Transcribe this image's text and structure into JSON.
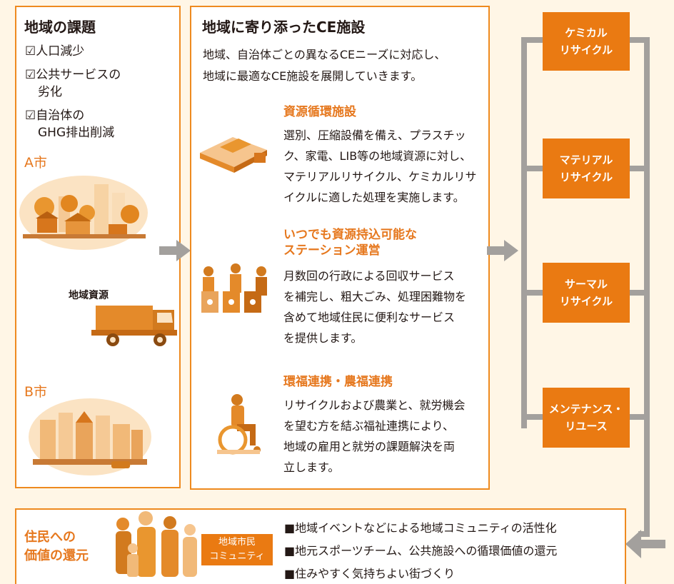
{
  "colors": {
    "accent": "#ea7a12",
    "border": "#ee8a1f",
    "arrow": "#a3a09d",
    "background": "#fff6e6"
  },
  "left": {
    "title": "地域の課題",
    "issues": [
      "☑人口減少",
      "☑公共サービスの",
      "劣化",
      "☑自治体の",
      "GHG排出削減"
    ],
    "city_a": "A市",
    "resource_label": "地域資源",
    "city_b": "B市"
  },
  "middle": {
    "title": "地域に寄り添ったCE施設",
    "intro": "地域、自治体ごとの異なるCEニーズに対応し、\n地域に最適なCE施設を展開していきます。",
    "sections": [
      {
        "title": "資源循環施設",
        "body": "選別、圧縮設備を備え、プラスチッ\nク、家電、LIB等の地域資源に対し、\nマテリアルリサイクル、ケミカルリサ\nイクルに適した処理を実施します。",
        "icon": "factory-icon"
      },
      {
        "title": "いつでも資源持込可能な\nステーション運営",
        "body": "月数回の行政による回収サービス\nを補完し、粗大ごみ、処理困難物を\n含めて地域住民に便利なサービス\nを提供します。",
        "icon": "recycling-station-icon"
      },
      {
        "title": "環福連携・農福連携",
        "body": "リサイクルおよび農業と、就労機会\nを望む方を結ぶ福祉連携により、\n地域の雇用と就労の課題解決を両\n立します。",
        "icon": "wheelchair-worker-icon"
      }
    ]
  },
  "right": {
    "categories": [
      "ケミカル\nリサイクル",
      "マテリアル\nリサイクル",
      "サーマル\nリサイクル",
      "メンテナンス・\nリユース"
    ]
  },
  "bottom": {
    "title": "住民への\n価値の還元",
    "badge": "地域市民\nコミュニティ",
    "items": [
      "■地域イベントなどによる地域コミュニティの活性化",
      "■地元スポーツチーム、公共施設への循環価値の還元",
      "■住みやすく気持ちよい街づくり"
    ]
  }
}
